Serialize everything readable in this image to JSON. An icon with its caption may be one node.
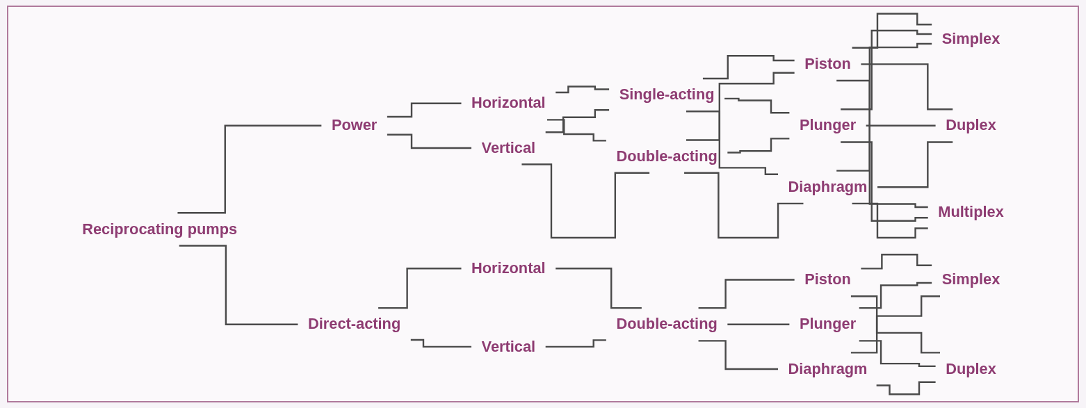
{
  "diagram": {
    "nodes": [
      {
        "text": [
          "Reciprocating pumps"
        ]
      },
      {
        "text": [
          "Power"
        ]
      },
      {
        "text": [
          "Direct-acting"
        ]
      },
      {
        "text": [
          "Horizontal"
        ]
      },
      {
        "text": [
          "Vertical"
        ]
      },
      {
        "text": [
          "Single-acting"
        ]
      },
      {
        "text": [
          "Double-acting"
        ]
      },
      {
        "text": [
          "Piston"
        ]
      },
      {
        "text": [
          "Plunger"
        ]
      },
      {
        "text": [
          "Diaphragm"
        ]
      },
      {
        "text": [
          "Simplex"
        ]
      },
      {
        "text": [
          "Duplex"
        ]
      },
      {
        "text": [
          "Multiplex"
        ]
      },
      {
        "text": [
          "Horizontal"
        ]
      },
      {
        "text": [
          "Vertical"
        ]
      },
      {
        "text": [
          "Double-acting"
        ]
      },
      {
        "text": [
          "Piston"
        ]
      },
      {
        "text": [
          "Plunger"
        ]
      },
      {
        "text": [
          "Diaphragm"
        ]
      },
      {
        "text": [
          "Simplex"
        ]
      },
      {
        "text": [
          "Duplex"
        ]
      }
    ],
    "edges": [
      {
        "from": 0,
        "to": 1,
        "arrow": "none"
      },
      {
        "from": 0,
        "to": 2,
        "arrow": "none"
      },
      {
        "from": 1,
        "to": 3,
        "arrow": "none"
      },
      {
        "from": 1,
        "to": 4,
        "arrow": "none"
      },
      {
        "from": 3,
        "to": 5,
        "arrow": "none"
      },
      {
        "from": 3,
        "to": 6,
        "arrow": "none"
      },
      {
        "from": 4,
        "to": 5,
        "arrow": "none"
      },
      {
        "from": 4,
        "to": 6,
        "arrow": "none"
      },
      {
        "from": 5,
        "to": 7,
        "arrow": "none"
      },
      {
        "from": 5,
        "to": 8,
        "arrow": "none"
      },
      {
        "from": 5,
        "to": 9,
        "arrow": "none"
      },
      {
        "from": 6,
        "to": 7,
        "arrow": "none"
      },
      {
        "from": 6,
        "to": 8,
        "arrow": "none"
      },
      {
        "from": 6,
        "to": 9,
        "arrow": "none"
      },
      {
        "from": 7,
        "to": 10,
        "arrow": "none"
      },
      {
        "from": 7,
        "to": 11,
        "arrow": "none"
      },
      {
        "from": 7,
        "to": 12,
        "arrow": "none"
      },
      {
        "from": 8,
        "to": 10,
        "arrow": "none"
      },
      {
        "from": 8,
        "to": 11,
        "arrow": "none"
      },
      {
        "from": 8,
        "to": 12,
        "arrow": "none"
      },
      {
        "from": 9,
        "to": 10,
        "arrow": "none"
      },
      {
        "from": 9,
        "to": 11,
        "arrow": "none"
      },
      {
        "from": 9,
        "to": 12,
        "arrow": "none"
      },
      {
        "from": 2,
        "to": 13,
        "arrow": "none"
      },
      {
        "from": 2,
        "to": 14,
        "arrow": "none"
      },
      {
        "from": 13,
        "to": 15,
        "arrow": "none"
      },
      {
        "from": 14,
        "to": 15,
        "arrow": "none"
      },
      {
        "from": 15,
        "to": 16,
        "arrow": "none"
      },
      {
        "from": 15,
        "to": 17,
        "arrow": "none"
      },
      {
        "from": 15,
        "to": 18,
        "arrow": "none"
      },
      {
        "from": 16,
        "to": 19,
        "arrow": "none"
      },
      {
        "from": 16,
        "to": 20,
        "arrow": "none"
      },
      {
        "from": 17,
        "to": 19,
        "arrow": "none"
      },
      {
        "from": 17,
        "to": 20,
        "arrow": "none"
      },
      {
        "from": 18,
        "to": 19,
        "arrow": "none"
      },
      {
        "from": 18,
        "to": 20,
        "arrow": "none"
      }
    ]
  }
}
